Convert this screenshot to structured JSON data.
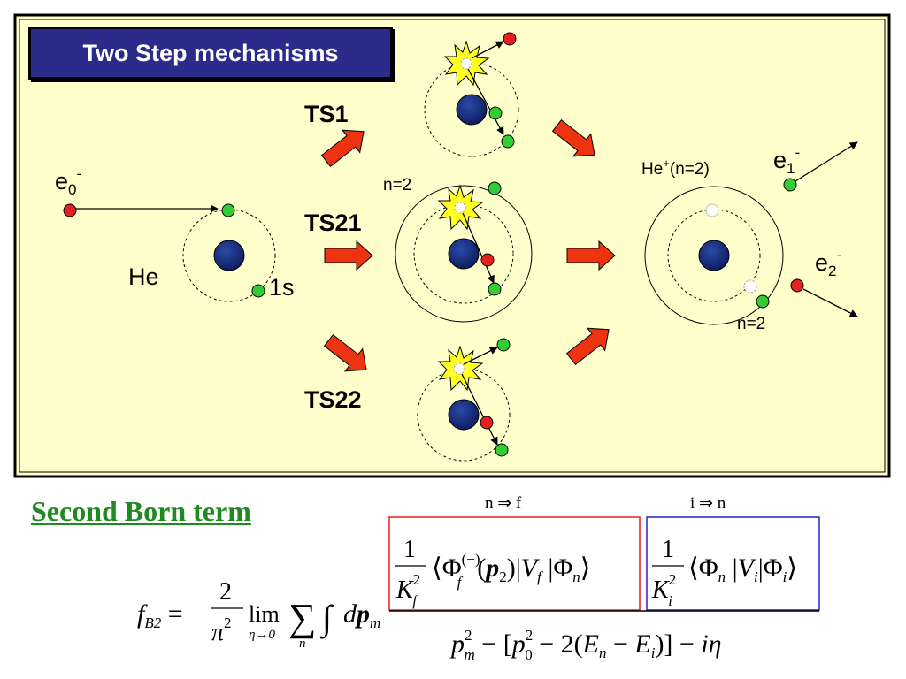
{
  "title": "Two Step mechanisms",
  "projectile": {
    "label": "e",
    "sub": "0",
    "sup": "-"
  },
  "target": {
    "label": "He",
    "orbital": "1s"
  },
  "channels": [
    {
      "label": "TS1"
    },
    {
      "label": "TS21",
      "level": "n=2"
    },
    {
      "label": "TS22"
    }
  ],
  "final_state": {
    "ion": "He",
    "ion_charge": "+",
    "ion_state": "(n=2)",
    "level": "n=2",
    "electron1": {
      "label": "e",
      "sub": "1",
      "sup": "-"
    },
    "electron2": {
      "label": "e",
      "sub": "2",
      "sup": "-"
    }
  },
  "second_born": {
    "heading": "Second Born term",
    "transition_left": "n ⇒ f",
    "transition_right": "i ⇒ n",
    "lhs": "f",
    "lhs_sub": "B2",
    "prefactor_num": "2",
    "prefactor_den": "π",
    "prefactor_den_sup": "2",
    "lim_word": "lim",
    "lim_sub": "η→0",
    "sum_sub": "n",
    "measure": "dp",
    "measure_sub": "m",
    "numerator_left": "⟨Φ_f^(−)(p₂)|V_f|Φ_n⟩ / K_f²",
    "numerator_right": "⟨Φ_n|V_i|Φ_i⟩ / K_i²",
    "denominator": "p_m² − [p₀² − 2(E_n − E_i)] − iη"
  },
  "colors": {
    "panel_bg": "#ffffcc",
    "title_bg": "#2b2b8c",
    "nucleus": "#0d1a5c",
    "electron_bound": "#33cc33",
    "electron_free": "#e62020",
    "arrow": "#ee3311",
    "heading": "#1f8a1f",
    "box_left": "#e62020",
    "box_right": "#2222cc"
  }
}
